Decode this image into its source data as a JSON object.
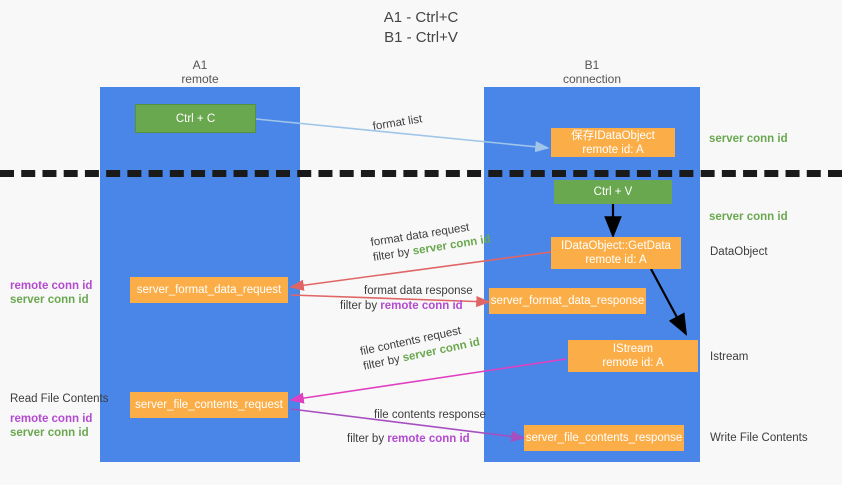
{
  "title": {
    "line1": "A1 - Ctrl+C",
    "line2": "B1 - Ctrl+V"
  },
  "columns": [
    {
      "name": "A1",
      "sub": "remote"
    },
    {
      "name": "B1",
      "sub": "connection"
    }
  ],
  "boxes": {
    "ctrl_c": "Ctrl + C",
    "ctrl_v": "Ctrl + V",
    "idataobject_store_line1": "保存IDataObject",
    "idataobject_store_line2": "remote id: A",
    "getdata_line1": "IDataObject::GetData",
    "getdata_line2": "remote id: A",
    "istream_line1": "IStream",
    "istream_line2": "remote id: A",
    "server_format_data_request": "server_format_data_request",
    "server_format_data_response": "server_format_data_response",
    "server_file_contents_request": "server_file_contents_request",
    "server_file_contents_response": "server_file_contents_response"
  },
  "edge_labels": {
    "format_list": "format list",
    "format_data_request": "format data request",
    "format_data_response": "format data response",
    "file_contents_request": "file contents request",
    "file_contents_response": "file contents response",
    "filter_by": "filter by",
    "server_conn_id": "server conn id",
    "remote_conn_id": "remote conn id"
  },
  "side_labels": {
    "right_server_conn_id_top": "server conn id",
    "right_server_conn_id_mid": "server conn id",
    "right_dataobject": "DataObject",
    "right_istream": "Istream",
    "right_write_file_contents": "Write File Contents",
    "left_read_file_contents": "Read File Contents",
    "left_remote_conn_id_1": "remote conn id",
    "left_server_conn_id_1": "server conn id",
    "left_remote_conn_id_2": "remote conn id",
    "left_server_conn_id_2": "server conn id"
  },
  "colors": {
    "lane": "#4a86e8",
    "green_box": "#6aa84f",
    "orange_box": "#fbae48",
    "green_text": "#6aa84f",
    "purple_text": "#b44ad0",
    "arrow_blue": "#9fc5e8",
    "arrow_red": "#e06666",
    "arrow_magenta": "#e040c0",
    "arrow_purple": "#a64fc0",
    "arrow_black": "#000000"
  }
}
